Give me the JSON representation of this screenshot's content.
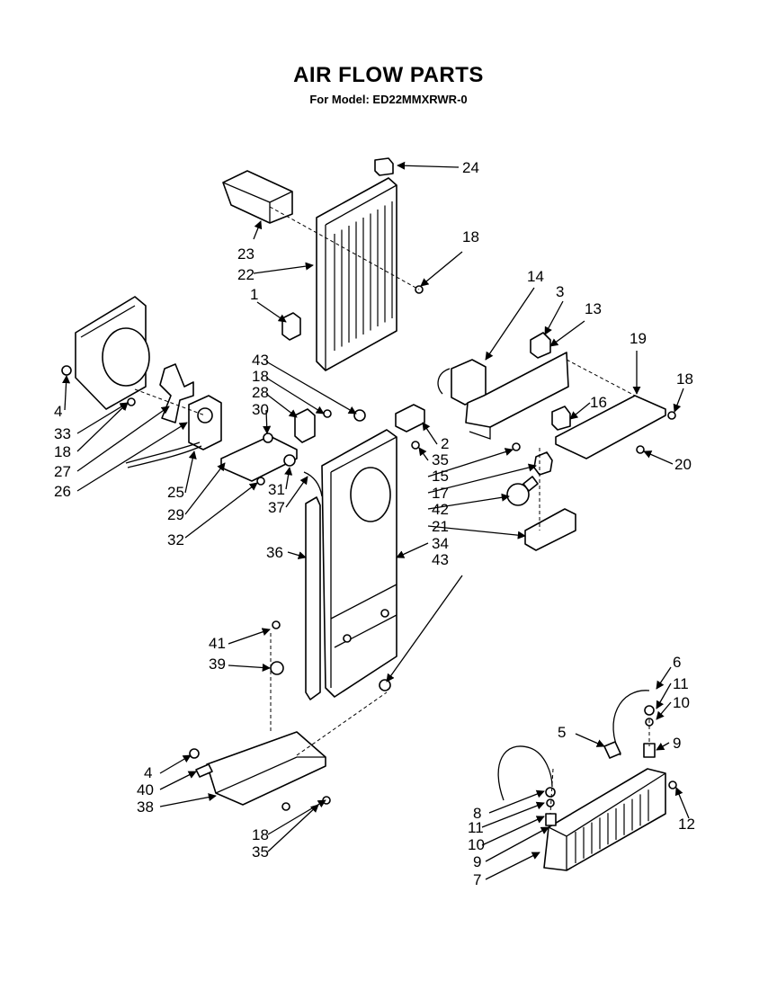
{
  "title": "AIR FLOW PARTS",
  "subtitle": "For Model: ED22MMXRWR-0",
  "labels": {
    "l1": "1",
    "l2": "2",
    "l3": "3",
    "l4a": "4",
    "l4b": "4",
    "l5": "5",
    "l6": "6",
    "l7": "7",
    "l8": "8",
    "l9a": "9",
    "l9b": "9",
    "l10a": "10",
    "l10b": "10",
    "l11a": "11",
    "l11b": "11",
    "l12": "12",
    "l13": "13",
    "l14": "14",
    "l15": "15",
    "l16": "16",
    "l17": "17",
    "l18a": "18",
    "l18b": "18",
    "l18c": "18",
    "l18d": "18",
    "l18e": "18",
    "l19": "19",
    "l20": "20",
    "l21": "21",
    "l22": "22",
    "l23": "23",
    "l24": "24",
    "l25": "25",
    "l26": "26",
    "l27": "27",
    "l28": "28",
    "l29": "29",
    "l30": "30",
    "l31": "31",
    "l32": "32",
    "l33": "33",
    "l34": "34",
    "l35a": "35",
    "l35b": "35",
    "l36": "36",
    "l37": "37",
    "l38": "38",
    "l39": "39",
    "l40": "40",
    "l41": "41",
    "l42": "42",
    "l43a": "43",
    "l43b": "43"
  }
}
